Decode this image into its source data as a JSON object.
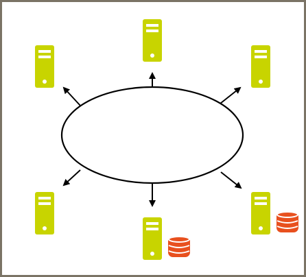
{
  "diagram": {
    "type": "network-hub",
    "hub_shape": "ellipse",
    "hub_label": "",
    "server_color": "#c8d400",
    "server_slot_color": "#ffffff",
    "database_color": "#e8501e",
    "frame_color": "#7a7365",
    "nodes": [
      {
        "id": "top-left",
        "icon": "server-icon",
        "has_database": false
      },
      {
        "id": "top-center",
        "icon": "server-icon",
        "has_database": false
      },
      {
        "id": "top-right",
        "icon": "server-icon",
        "has_database": false
      },
      {
        "id": "bottom-left",
        "icon": "server-icon",
        "has_database": false
      },
      {
        "id": "bottom-center",
        "icon": "server-icon",
        "has_database": true
      },
      {
        "id": "bottom-right",
        "icon": "server-icon",
        "has_database": true
      }
    ]
  }
}
